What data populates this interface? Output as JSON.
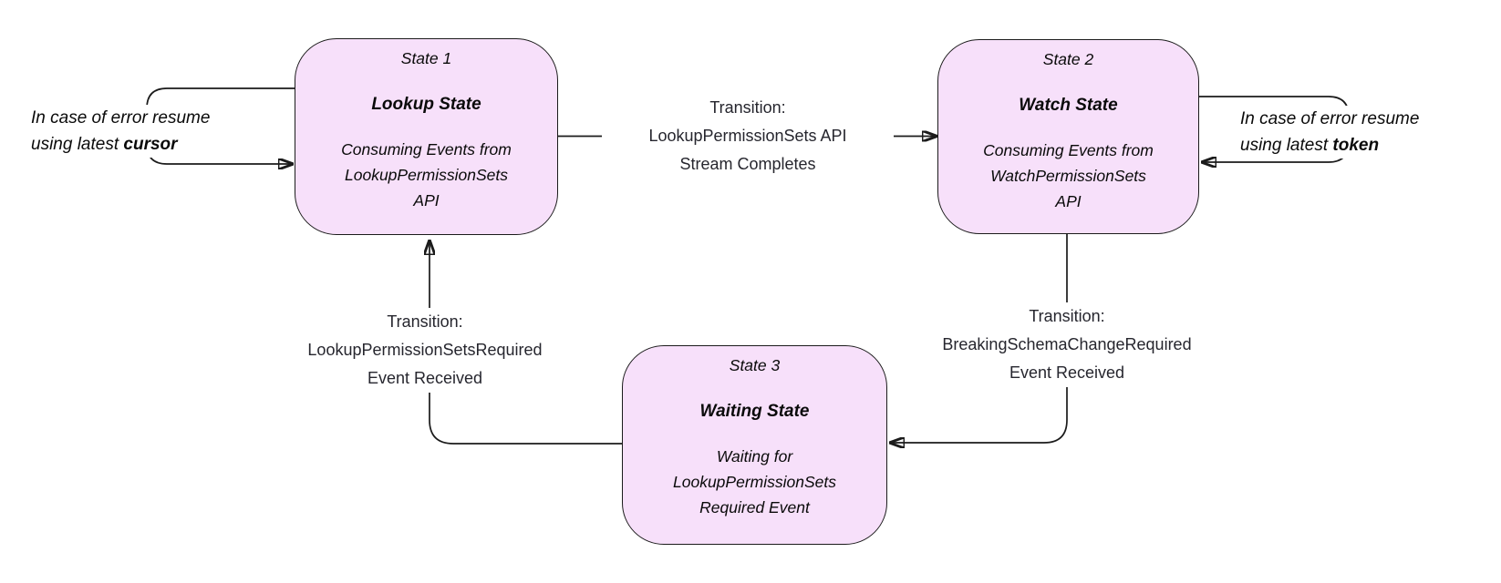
{
  "colors": {
    "background": "#ffffff",
    "state_fill": "#f7e0fa",
    "line": "#1b1b1b",
    "text": "#0a0a0a",
    "label_text": "#26262e"
  },
  "states": [
    {
      "title": "State 1",
      "name": "Lookup State",
      "desc_lines": [
        "Consuming Events from",
        "LookupPermissionSets",
        "API"
      ]
    },
    {
      "title": "State 2",
      "name": "Watch State",
      "desc_lines": [
        "Consuming Events from",
        "WatchPermissionSets",
        "API"
      ]
    },
    {
      "title": "State 3",
      "name": "Waiting State",
      "desc_lines": [
        "Waiting for",
        "LookupPermissionSets",
        "Required Event"
      ]
    }
  ],
  "transitions": [
    {
      "from": "State 1",
      "to": "State 2",
      "lines": [
        "Transition:",
        "LookupPermissionSets API",
        "Stream Completes"
      ]
    },
    {
      "from": "State 2",
      "to": "State 3",
      "lines": [
        "Transition:",
        "BreakingSchemaChangeRequired",
        "Event Received"
      ]
    },
    {
      "from": "State 3",
      "to": "State 1",
      "lines": [
        "Transition:",
        "LookupPermissionSetsRequired",
        "Event Received"
      ]
    }
  ],
  "error_loops": [
    {
      "state": "State 1",
      "line1": "In case of error resume",
      "line2": "using latest",
      "emphasis": "cursor"
    },
    {
      "state": "State 2",
      "line1": "In case of error resume",
      "line2": "using latest",
      "emphasis": "token"
    }
  ]
}
